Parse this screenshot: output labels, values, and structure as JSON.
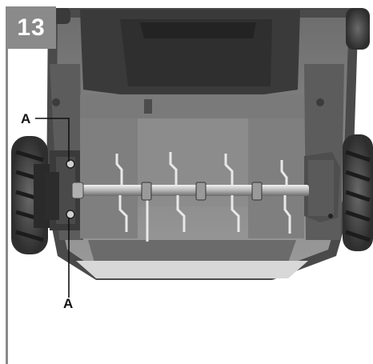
{
  "figure": {
    "step_number": "13",
    "callouts": [
      "A",
      "A"
    ]
  }
}
